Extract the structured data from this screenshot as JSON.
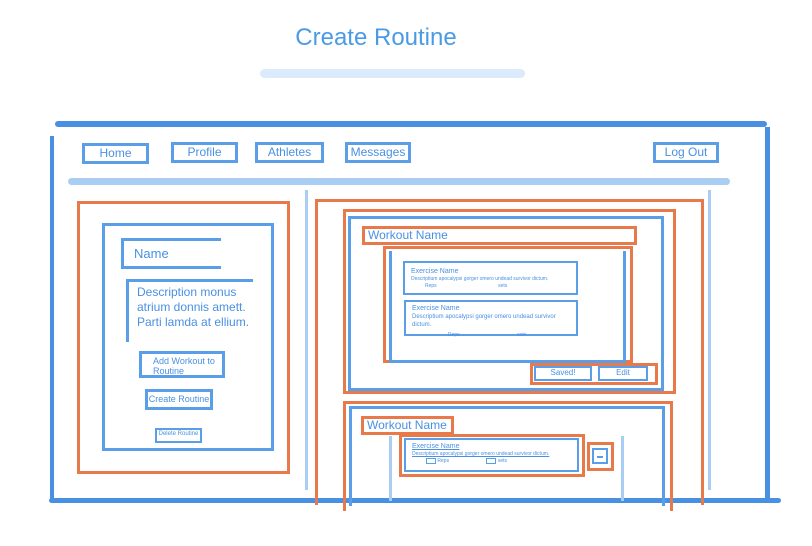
{
  "page": {
    "title": "Create Routine"
  },
  "nav": {
    "home": "Home",
    "profile": "Profile",
    "athletes": "Athletes",
    "messages": "Messages",
    "logout": "Log Out"
  },
  "create_panel": {
    "name_placeholder": "Name",
    "description": "Description monus atrium donnis amett. Parti lamda at ellium.",
    "add_workout": "Add Workout to Routine",
    "create_routine": "Create Routine",
    "delete_routine": "Delete Routine"
  },
  "workouts": [
    {
      "name": "Workout Name",
      "exercises": [
        {
          "name": "Exercise Name",
          "desc": "Descriptium apocalypsi gorger omero undead survivor dictum.",
          "reps": "Reps",
          "sets": "sets"
        },
        {
          "name": "Exercise Name",
          "desc": "Descriptium apocalypsi gorger omero undead survivor dictum.",
          "reps": "Reps",
          "sets": "sets"
        }
      ],
      "saved_label": "Saved!",
      "edit_label": "Edit"
    },
    {
      "name": "Workout Name",
      "exercises": [
        {
          "name": "Exercise Name",
          "desc": "Descriptium apocalypsi gorger omero undead survivor dictum.",
          "reps": "Reps",
          "sets": "sets"
        }
      ]
    }
  ],
  "colors": {
    "primary": "#4a90e2",
    "accent": "#e8794a",
    "light": "#a9cdf3"
  }
}
